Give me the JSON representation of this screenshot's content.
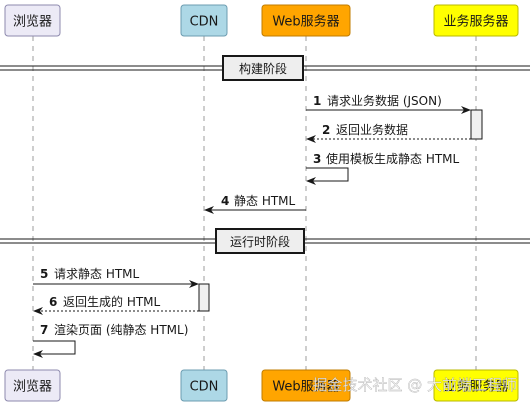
{
  "participants": [
    {
      "id": "browser",
      "label": "浏览器",
      "fill": "#ECEAF6",
      "stroke": "#8E8AAE"
    },
    {
      "id": "cdn",
      "label": "CDN",
      "fill": "#ADD8E6",
      "stroke": "#6C9CB0"
    },
    {
      "id": "web",
      "label": "Web服务器",
      "fill": "#FFA500",
      "stroke": "#C07C00"
    },
    {
      "id": "biz",
      "label": "业务服务器",
      "fill": "#FFFF00",
      "stroke": "#B8B800"
    }
  ],
  "dividers": [
    {
      "label": "构建阶段"
    },
    {
      "label": "运行时阶段"
    }
  ],
  "messages": [
    {
      "num": "1",
      "text": "请求业务数据 (JSON)",
      "from": "web",
      "to": "biz",
      "style": "solid"
    },
    {
      "num": "2",
      "text": "返回业务数据",
      "from": "biz",
      "to": "web",
      "style": "dashed"
    },
    {
      "num": "3",
      "text": "使用模板生成静态 HTML",
      "from": "web",
      "to": "web",
      "style": "self"
    },
    {
      "num": "4",
      "text": "静态 HTML",
      "from": "web",
      "to": "cdn",
      "style": "solid"
    },
    {
      "num": "5",
      "text": "请求静态 HTML",
      "from": "browser",
      "to": "cdn",
      "style": "solid"
    },
    {
      "num": "6",
      "text": "返回生成的 HTML",
      "from": "cdn",
      "to": "browser",
      "style": "dashed"
    },
    {
      "num": "7",
      "text": "渲染页面 (纯静态 HTML)",
      "from": "browser",
      "to": "browser",
      "style": "self"
    }
  ],
  "watermark": "掘金技术社区 @ 大前端工程师",
  "colors": {
    "line": "#181818",
    "lifeline": "#9E9E9E",
    "activation": "#F0F0F0"
  }
}
